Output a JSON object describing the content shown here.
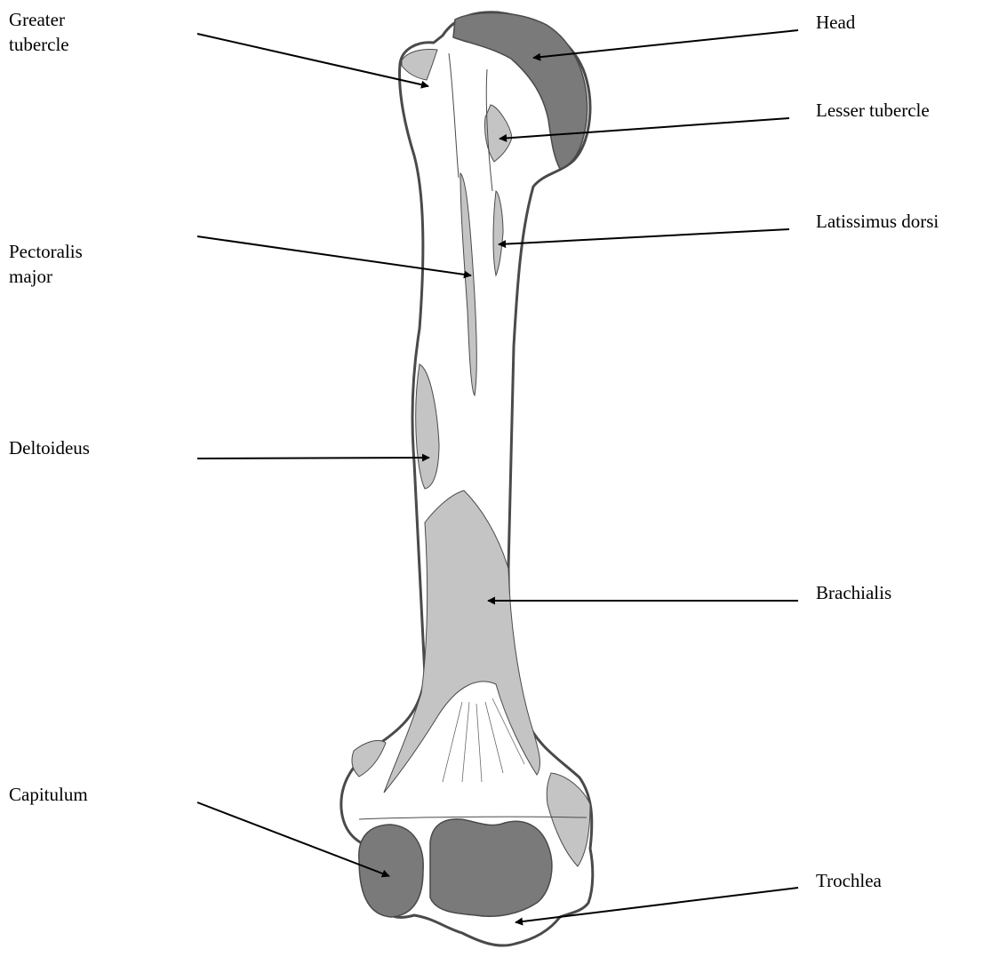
{
  "labels": {
    "greater_tubercle": [
      "Greater",
      "tubercle"
    ],
    "head": "Head",
    "lesser_tubercle": "Lesser tubercle",
    "latissimus_dorsi": "Latissimus dorsi",
    "pectoralis_major": [
      "Pectoralis",
      "major"
    ],
    "deltoideus": "Deltoideus",
    "brachialis": "Brachialis",
    "capitulum": "Capitulum",
    "trochlea": "Trochlea"
  },
  "colors": {
    "articular_surface": "#7a7a7a",
    "muscle_attachment": "#c4c4c4",
    "bone_fill": "#ffffff",
    "outline": "#4a4a4a",
    "pointer": "#000000"
  }
}
